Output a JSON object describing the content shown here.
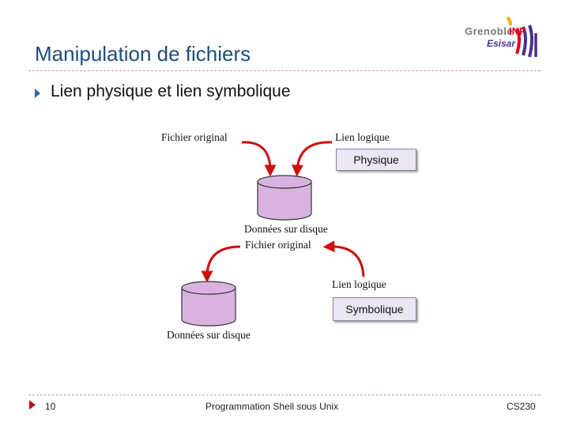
{
  "slide": {
    "title": "Manipulation de fichiers",
    "bullet": "Lien physique et lien symbolique"
  },
  "logo": {
    "line1": "Grenoble",
    "line1_accent": "INP",
    "line2": "Esisar"
  },
  "diagram": {
    "physical": {
      "left_label": "Fichier original",
      "right_label": "Lien logique",
      "box_label": "Physique",
      "data_label": "Données sur disque"
    },
    "symbolic": {
      "file_label": "Fichier original",
      "link_label": "Lien logique",
      "box_label": "Symbolique",
      "data_label": "Données sur disque"
    },
    "colors": {
      "arrow": "#cc1010",
      "cylinder": "#d9b3e0",
      "box_bg": "#ece6f3"
    }
  },
  "footer": {
    "page_number": "10",
    "center": "Programmation Shell sous Unix",
    "right": "CS230"
  }
}
